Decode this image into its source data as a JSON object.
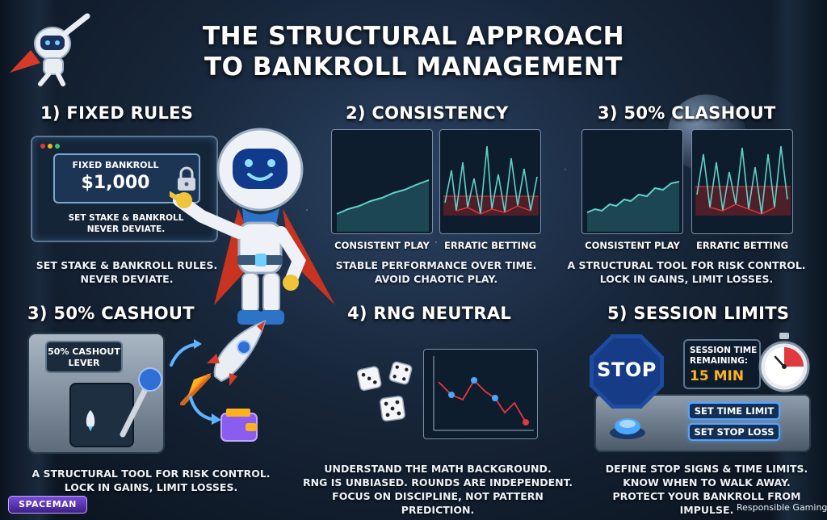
{
  "title": {
    "line1": "THE STRUCTURAL APPROACH",
    "line2": "TO BANKROLL MANAGEMENT"
  },
  "sections": {
    "fixed_rules": {
      "title": "1) FIXED RULES",
      "panel_label": "FIXED BANKROLL",
      "panel_amount": "$1,000",
      "panel_note_1": "SET STAKE & BANKROLL",
      "panel_note_2": "NEVER DEVIATE.",
      "desc_1": "SET STAKE & BANKROLL RULES.",
      "desc_2": "NEVER DEVIATE.",
      "icon": "lock-icon"
    },
    "consistency": {
      "title": "2) CONSISTENCY",
      "chart_label_1": "CONSISTENT PLAY",
      "chart_label_2": "ERRATIC BETTING",
      "desc_1": "STABLE PERFORMANCE OVER TIME.",
      "desc_2": "AVOID CHAOTIC PLAY."
    },
    "clashout": {
      "title": "3) 50% CLASHOUT",
      "chart_label_1": "CONSISTENT PLAY",
      "chart_label_2": "ERRATIC BETTING",
      "desc_1": "A STRUCTURAL TOOL FOR RISK CONTROL.",
      "desc_2": "LOCK IN GAINS, LIMIT LOSSES."
    },
    "cashout": {
      "title": "3) 50% CASHOUT",
      "lever_label_1": "50% CASHOUT",
      "lever_label_2": "LEVER",
      "desc_1": "A STRUCTURAL TOOL FOR RISK CONTROL.",
      "desc_2": "LOCK IN GAINS, LIMIT LOSSES.",
      "icons": [
        "rocket-icon",
        "wallet-icon"
      ]
    },
    "rng": {
      "title": "4) RNG NEUTRAL",
      "desc_1": "UNDERSTAND THE MATH BACKGROUND.",
      "desc_2": "RNG IS UNBIASED. ROUNDS ARE INDEPENDENT.",
      "desc_3": "FOCUS ON DISCIPLINE, NOT PATTERN PREDICTION.",
      "icons": [
        "dice-icon"
      ]
    },
    "session": {
      "title": "5) SESSION LIMITS",
      "stop_text": "STOP",
      "timer_label_1": "SESSION TIME",
      "timer_label_2": "REMAINING:",
      "timer_value": "15 MIN",
      "button_1": "SET TIME LIMIT",
      "button_2": "SET STOP LOSS",
      "desc_1": "DEFINE STOP SIGNS & TIME LIMITS.",
      "desc_2": "KNOW WHEN TO WALK AWAY.",
      "desc_3": "PROTECT YOUR BANKROLL FROM IMPULSE.",
      "icons": [
        "stopwatch-icon"
      ]
    }
  },
  "footer": {
    "logo": "SPACEMAN",
    "tagline": "Responsible Gaming"
  },
  "colors": {
    "accent_blue": "#57a4ff",
    "consistent_line": "#5fd1c8",
    "erratic_red": "#e0393e",
    "erratic_up": "#5fd1c8",
    "timer_red": "#e0393e",
    "timer_orange": "#ffb020"
  }
}
